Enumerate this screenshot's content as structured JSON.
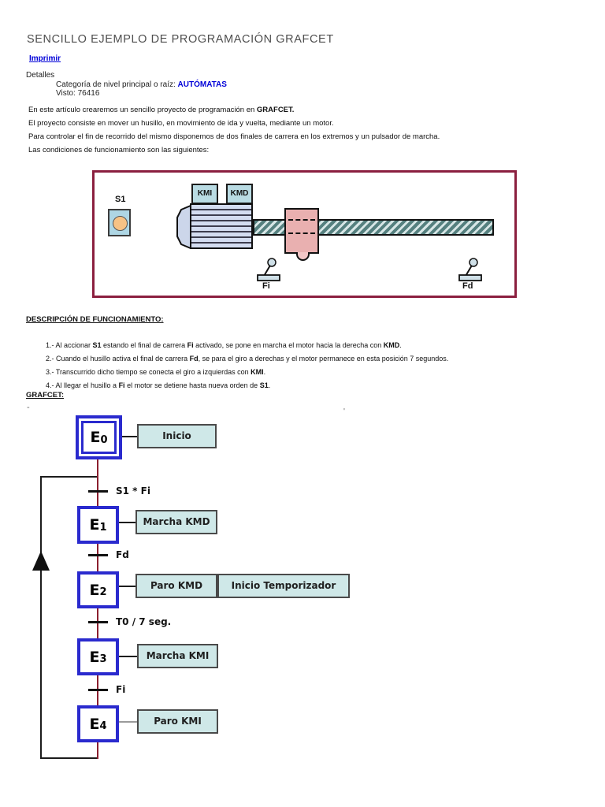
{
  "page": {
    "title": "SENCILLO EJEMPLO DE PROGRAMACIÓN GRAFCET",
    "print_link": "Imprimir",
    "details_label": "Detalles",
    "category_label": "Categoría de nivel principal o raíz: ",
    "category_link": "AUTÓMATAS",
    "visto": "Visto: 76416"
  },
  "intro": {
    "p1": [
      {
        "t": "En este artículo crearemos un sencillo proyecto de programación en "
      },
      {
        "t": "GRAFCET.",
        "b": true
      }
    ],
    "p2": [
      {
        "t": "El proyecto consiste en mover un husillo, en movimiento de ida y vuelta, mediante un motor."
      }
    ],
    "p3": [
      {
        "t": "Para controlar el fin de recorrido del mismo disponemos de dos finales de carrera en los extremos y un pulsador de marcha."
      }
    ],
    "p4": [
      {
        "t": "Las condiciones de funcionamiento son las siguientes:"
      }
    ]
  },
  "machine": {
    "button_label": "S1",
    "contactor_left": "KMI",
    "contactor_right": "KMD",
    "limit_left": "Fi",
    "limit_right": "Fd"
  },
  "description": {
    "heading": "DESCRIPCIÓN DE FUNCIONAMIENTO:",
    "items": [
      [
        {
          "t": "1.-  Al accionar "
        },
        {
          "t": "S1",
          "b": true
        },
        {
          "t": " estando el final de carrera "
        },
        {
          "t": "Fi",
          "b": true
        },
        {
          "t": " activado, se pone en marcha el motor hacia la derecha con "
        },
        {
          "t": "KMD",
          "b": true
        },
        {
          "t": "."
        }
      ],
      [
        {
          "t": "2.- Cuando el husillo activa el final de carrera "
        },
        {
          "t": "Fd",
          "b": true
        },
        {
          "t": ", se para el giro a derechas y el motor permanece en esta posición 7 segundos."
        }
      ],
      [
        {
          "t": "3.- Transcurrido dicho tiempo se conecta el giro a izquierdas con "
        },
        {
          "t": "KMI",
          "b": true
        },
        {
          "t": "."
        }
      ],
      [
        {
          "t": "4.- Al llegar el husillo a "
        },
        {
          "t": "Fi",
          "b": true
        },
        {
          "t": " el motor se detiene hasta nueva orden de "
        },
        {
          "t": "S1",
          "b": true
        },
        {
          "t": "."
        }
      ]
    ]
  },
  "grafcet": {
    "heading": "GRAFCET:",
    "stray_dash": "-",
    "stray_mark": "'",
    "steps": [
      {
        "name": "E",
        "sub": "0",
        "initial": true,
        "actions": [
          "Inicio"
        ]
      },
      {
        "name": "E",
        "sub": "1",
        "actions": [
          "Marcha KMD"
        ]
      },
      {
        "name": "E",
        "sub": "2",
        "actions": [
          "Paro KMD",
          "Inicio Temporizador"
        ]
      },
      {
        "name": "E",
        "sub": "3",
        "actions": [
          "Marcha KMI"
        ]
      },
      {
        "name": "E",
        "sub": "4",
        "actions": [
          "Paro KMI"
        ]
      }
    ],
    "transitions": [
      "S1 * Fi",
      "Fd",
      "T0 / 7 seg.",
      "Fi"
    ]
  },
  "colors": {
    "link_blue": "#0000d8",
    "frame_maroon": "#8b1f3f",
    "step_blue": "#2a2ace",
    "action_fill": "#cfe8e8",
    "connector_red": "#8b1f2f",
    "button_orange": "#f6c285",
    "panel_blue": "#b9dbe3",
    "carriage_pink": "#e9b0b0",
    "shaft_teal": "#55807f"
  }
}
